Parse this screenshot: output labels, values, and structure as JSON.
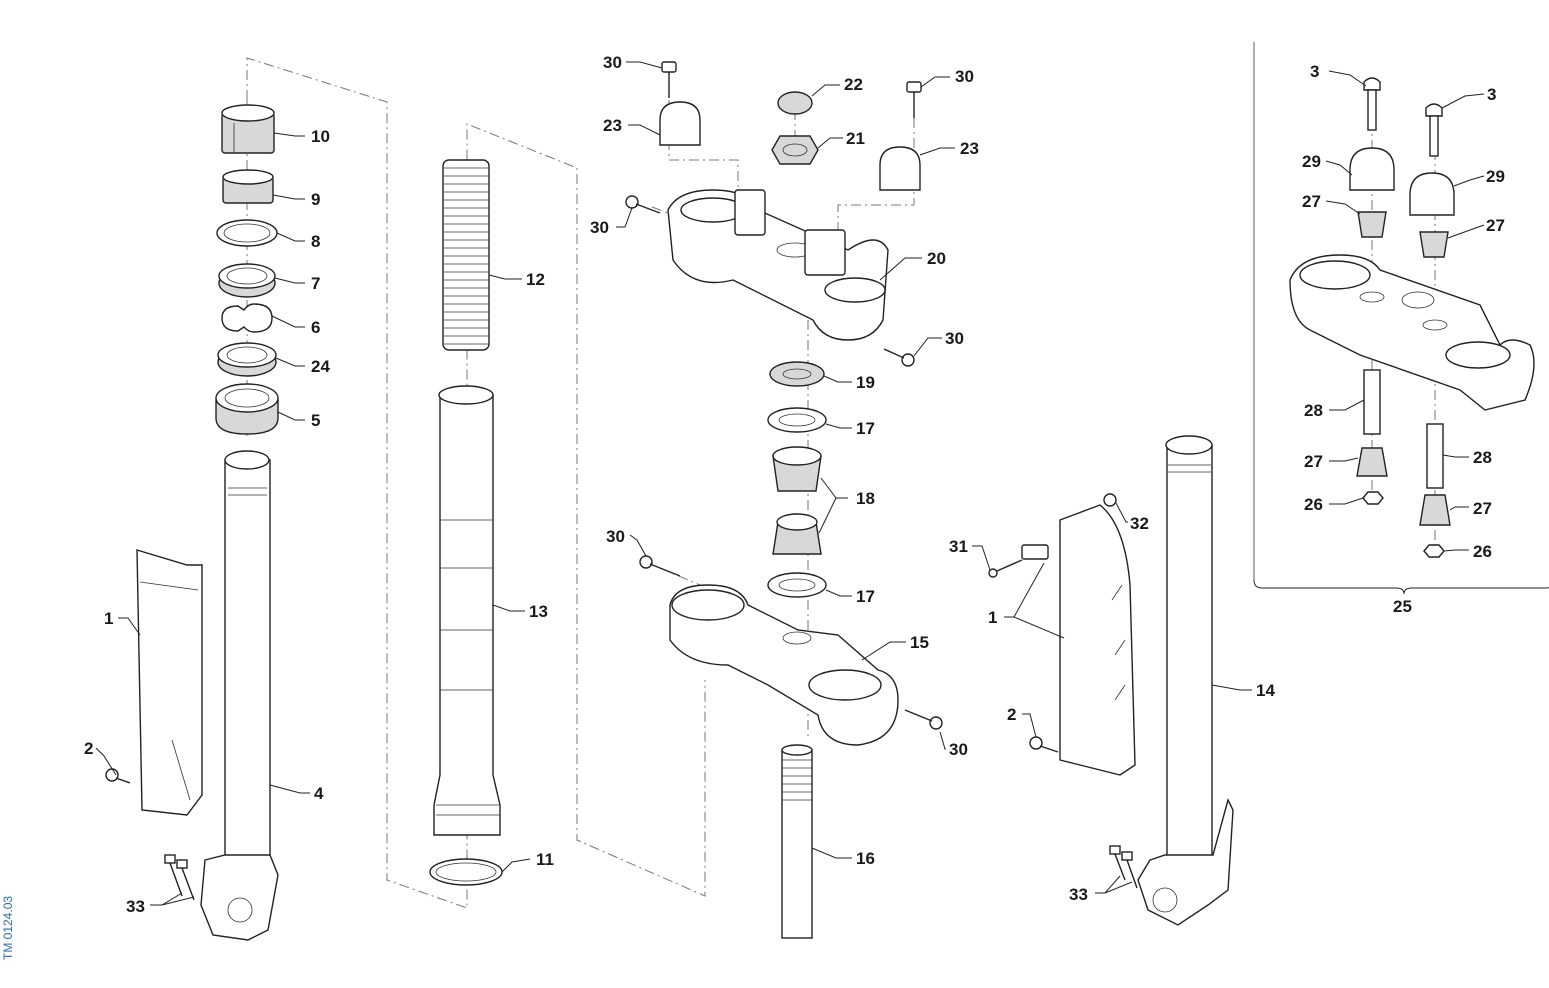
{
  "diagram": {
    "reference_code": "TM 0124.03",
    "callouts": {
      "c1": "1",
      "c2": "2",
      "c3": "3",
      "c4": "4",
      "c5": "5",
      "c6": "6",
      "c7": "7",
      "c8": "8",
      "c9": "9",
      "c10": "10",
      "c11": "11",
      "c12": "12",
      "c13": "13",
      "c14": "14",
      "c15": "15",
      "c16": "16",
      "c17": "17",
      "c18": "18",
      "c19": "19",
      "c20": "20",
      "c21": "21",
      "c22": "22",
      "c23": "23",
      "c24": "24",
      "c25": "25",
      "c26": "26",
      "c27": "27",
      "c28": "28",
      "c29": "29",
      "c30": "30",
      "c31": "31",
      "c32": "32",
      "c33": "33"
    }
  }
}
